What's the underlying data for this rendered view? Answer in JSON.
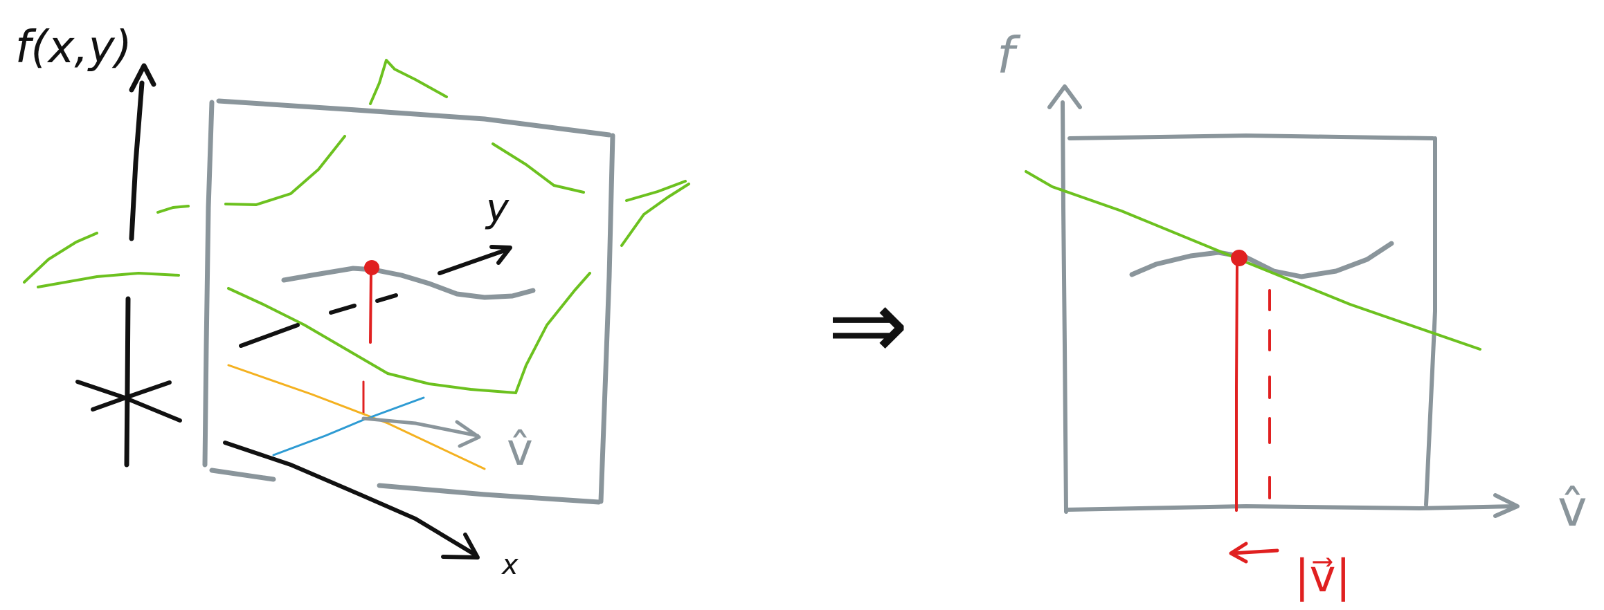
{
  "left_panel": {
    "z_axis_label": "f(x,y)",
    "y_axis_label": "y",
    "x_axis_label": "x",
    "direction_label": "v̂"
  },
  "implies_symbol": "⇒",
  "right_panel": {
    "vertical_axis_label": "f",
    "horizontal_axis_label": "v̂",
    "offset_label": "|v⃗|"
  },
  "colors": {
    "axes_black": "#111111",
    "frame_grey": "#8a959b",
    "surface_green": "#6cc11f",
    "point_red": "#e02020",
    "line_orange": "#f4b120",
    "line_blue": "#2e9bd3"
  }
}
